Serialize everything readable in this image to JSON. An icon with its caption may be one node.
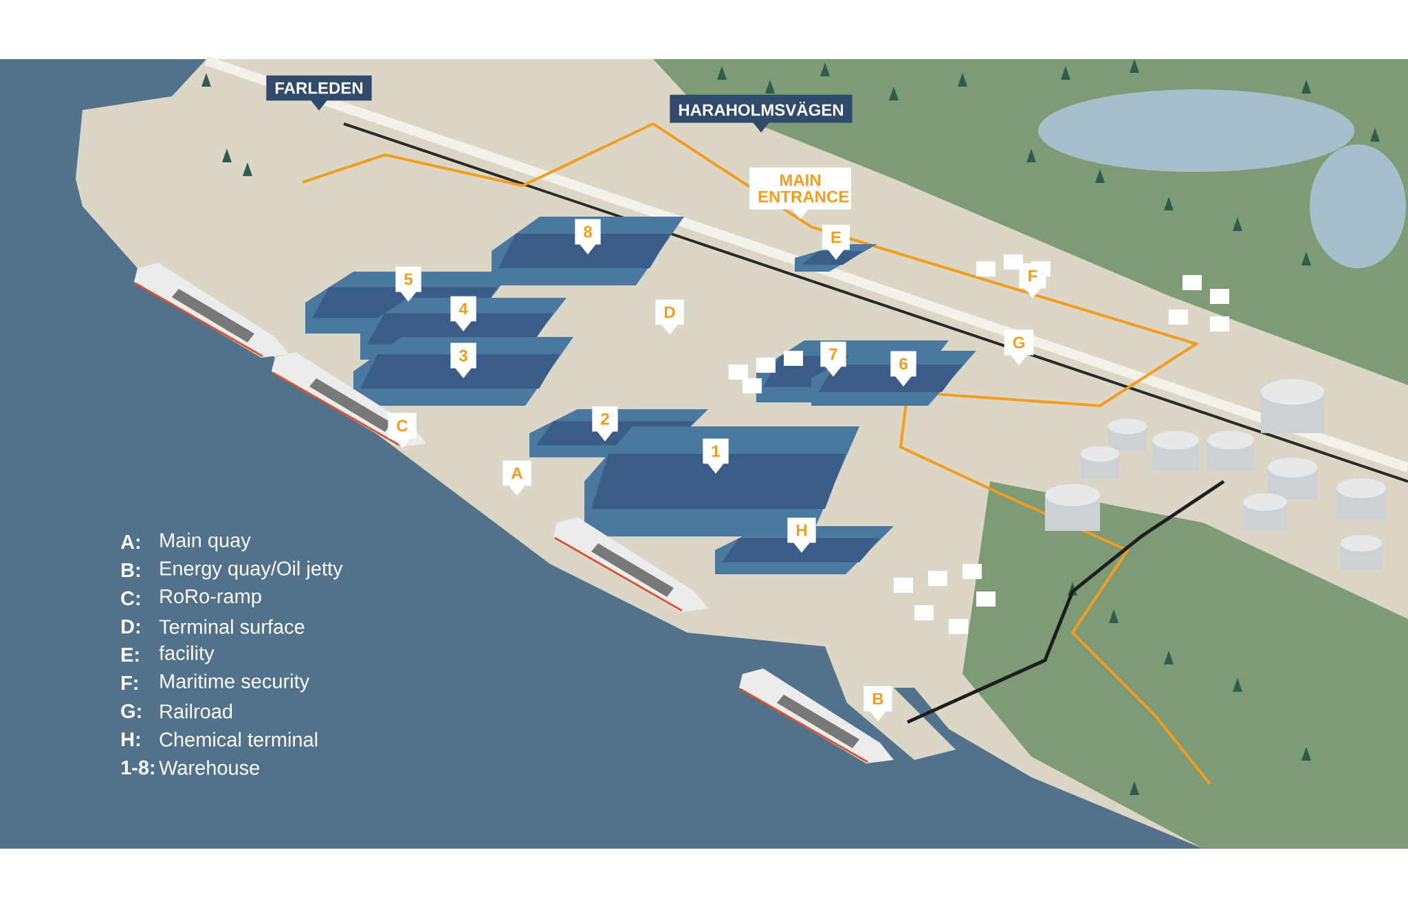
{
  "diagram": {
    "labels": [
      "FARLEDEN",
      "HARAHOLMSVÄGEN",
      "MAIN ENTRANCE",
      "8",
      "E",
      "5",
      "F",
      "4",
      "D",
      "3",
      "7",
      "6",
      "G",
      "C",
      "2",
      "1",
      "A",
      "H",
      "B",
      "A:",
      "Main quay",
      "B:",
      "Energy quay/Oil jetty",
      "C:",
      "RoRo-ramp",
      "D:",
      "Terminal surface",
      "E:",
      "facility",
      "F:",
      "Maritime security",
      "G:",
      "Railroad",
      "H:",
      "Chemical terminal",
      "1-8:",
      "Warehouse"
    ]
  }
}
